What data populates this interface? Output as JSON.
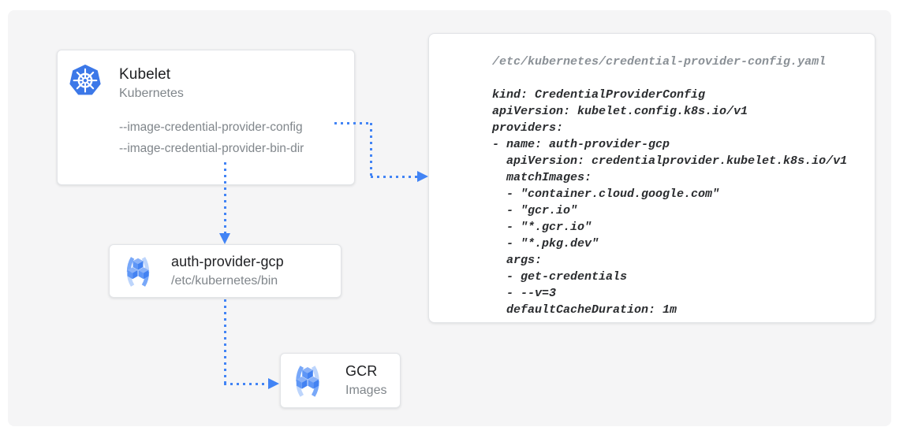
{
  "canvas": {
    "kubelet_card": {
      "title": "Kubelet",
      "subtitle": "Kubernetes",
      "icon": "kubernetes-helm-icon",
      "flags": [
        "--image-credential-provider-config",
        "--image-credential-provider-bin-dir"
      ]
    },
    "auth_provider_card": {
      "title": "auth-provider-gcp",
      "subtitle": "/etc/kubernetes/bin",
      "icon": "gcr-brackets-cubes-icon"
    },
    "gcr_card": {
      "title": "GCR",
      "subtitle": "Images",
      "icon": "gcr-brackets-cubes-icon"
    },
    "code_panel": {
      "path_comment": "/etc/kubernetes/credential-provider-config.yaml",
      "code_lines": [
        "kind: CredentialProviderConfig",
        "apiVersion: kubelet.config.k8s.io/v1",
        "providers:",
        "- name: auth-provider-gcp",
        "  apiVersion: credentialprovider.kubelet.k8s.io/v1",
        "  matchImages:",
        "  - \"container.cloud.google.com\"",
        "  - \"gcr.io\"",
        "  - \"*.gcr.io\"",
        "  - \"*.pkg.dev\"",
        "  args:",
        "  - get-credentials",
        "  - --v=3",
        "  defaultCacheDuration: 1m"
      ]
    },
    "connectors": [
      "kubelet-config-flag to yaml-panel",
      "kubelet to auth-provider-gcp",
      "auth-provider-gcp to gcr"
    ]
  },
  "colors": {
    "arrow_blue": "#4284f5",
    "k8s_blue": "#3c78e8",
    "canvas_bg": "#f5f5f6",
    "card_border": "#e2e4e7",
    "title_text": "#202124",
    "secondary_text": "#80868b",
    "code_text": "#2a2c2f",
    "code_comment": "#8a9096"
  }
}
